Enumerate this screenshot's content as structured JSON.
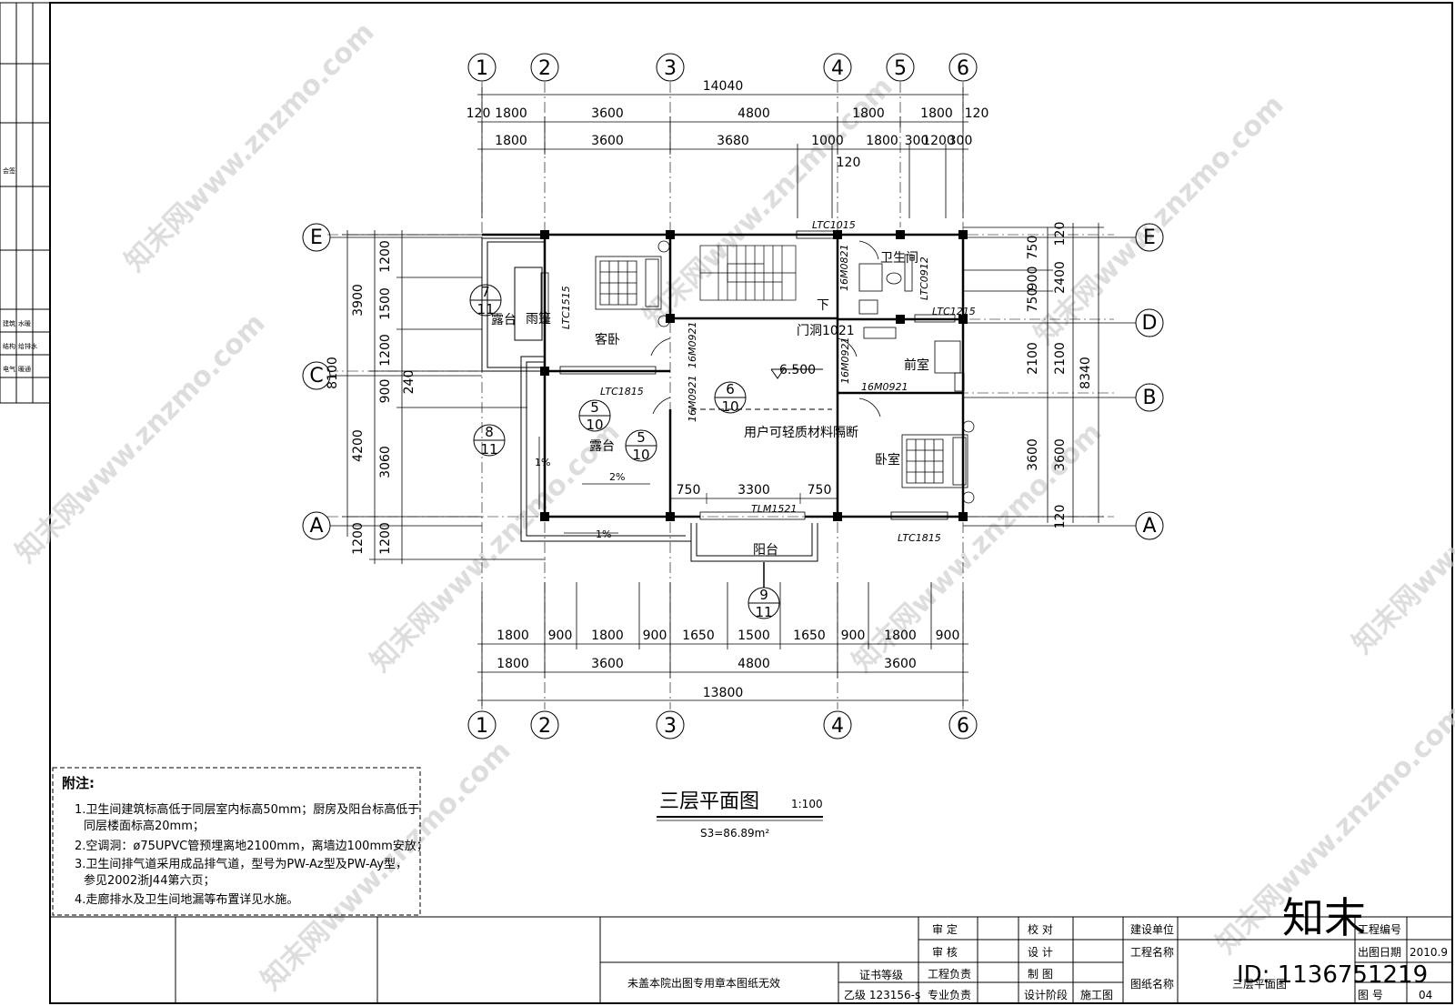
{
  "drawing": {
    "title": "三层平面图",
    "scale": "1:100",
    "area": "S3=86.89m²",
    "axes_vertical": [
      "1",
      "2",
      "3",
      "4",
      "5",
      "6"
    ],
    "axes_horizontal": [
      "E",
      "D",
      "C",
      "B",
      "A"
    ],
    "dims_top": {
      "total": "14040",
      "row1": [
        "120",
        "1800",
        "3600",
        "4800",
        "1800",
        "1800",
        "120"
      ],
      "row2": [
        "1800",
        "3600",
        "3680",
        "1000",
        "1800",
        "300",
        "1200",
        "300"
      ],
      "extra": "120"
    },
    "dims_bottom": {
      "row1": [
        "1800",
        "900",
        "1800",
        "900",
        "1650",
        "1500",
        "1650",
        "900",
        "1800",
        "900"
      ],
      "row2": [
        "1800",
        "3600",
        "4800",
        "3600"
      ],
      "total": "13800"
    },
    "dims_left": {
      "outer": [
        "3900",
        "4200",
        "1200"
      ],
      "total": "8100",
      "inner": [
        "1200",
        "1500",
        "1200",
        "900",
        "240",
        "3060",
        "1200"
      ]
    },
    "dims_right": {
      "outer": [
        "120",
        "2400",
        "750",
        "2100",
        "3600",
        "120"
      ],
      "inner": [
        "750",
        "900"
      ],
      "total": "8340",
      "row2": [
        "2100",
        "3600"
      ]
    },
    "rooms": {
      "guest_bedroom": "客卧",
      "terrace_top": "露台",
      "canopy": "雨篷",
      "terrace_mid": "露台",
      "bathroom": "卫生间",
      "front_room": "前室",
      "bedroom": "卧室",
      "balcony": "阳台",
      "partition_note": "用户可轻质材料隔断",
      "opening": "门洞1021",
      "down": "下",
      "elevation": "6.500",
      "slope1": "2%",
      "slope2": "1%",
      "slope3": "1%"
    },
    "openings": [
      "LTC1015",
      "16M0821",
      "LTC0912",
      "LTC1215",
      "LTC1515",
      "16M0921",
      "16M0921",
      "16M0921",
      "16M0921",
      "LTC1815",
      "TLM1521",
      "LTC1815"
    ],
    "inner_dims": [
      "750",
      "3300",
      "750"
    ],
    "section_marks": [
      {
        "num": "7",
        "sheet": "11"
      },
      {
        "num": "8",
        "sheet": "11"
      },
      {
        "num": "5",
        "sheet": "10"
      },
      {
        "num": "5",
        "sheet": "10"
      },
      {
        "num": "6",
        "sheet": "10"
      },
      {
        "num": "9",
        "sheet": "11"
      }
    ]
  },
  "notes": {
    "title": "附注:",
    "lines": [
      "1.卫生间建筑标高低于同层室内标高50mm；厨房及阳台标高低于",
      "同层楼面标高20mm；",
      "2.空调洞：ø75UPVC管预埋离地2100mm，离墙边100mm安放；",
      "3.卫生间排气道采用成品排气道，型号为PW-Az型及PW-Ay型，",
      "参见2002浙J44第六页；",
      "4.走廊排水及卫生间地漏等布置详见水施。"
    ]
  },
  "left_strip": {
    "labels": [
      "建筑",
      "结构",
      "电气",
      "水暖",
      "给排水",
      "暖通",
      "会签"
    ]
  },
  "titleblock": {
    "disclaimer": "未盖本院出图专用章本图纸无效",
    "cert_level_label": "证书等级",
    "cert_value": "乙级 123156-s",
    "approve": "审  定",
    "audit": "审  核",
    "project_lead": "工程负责",
    "discipline_lead": "专业负责",
    "check": "校  对",
    "design": "设  计",
    "draw": "制  图",
    "stage_label": "设计阶段",
    "stage_value": "施工图",
    "client_label": "建设单位",
    "project_label": "工程名称",
    "drawing_name_label": "图纸名称",
    "drawing_name_value": "三层平面图",
    "project_no_label": "工程编号",
    "date_label": "出图日期",
    "date_value": "2010.9",
    "sheet_label": "图  号",
    "sheet_value": "04"
  },
  "watermarks": [
    "知末网www.znzmo.com",
    "知末",
    "ID: 1136751219"
  ]
}
